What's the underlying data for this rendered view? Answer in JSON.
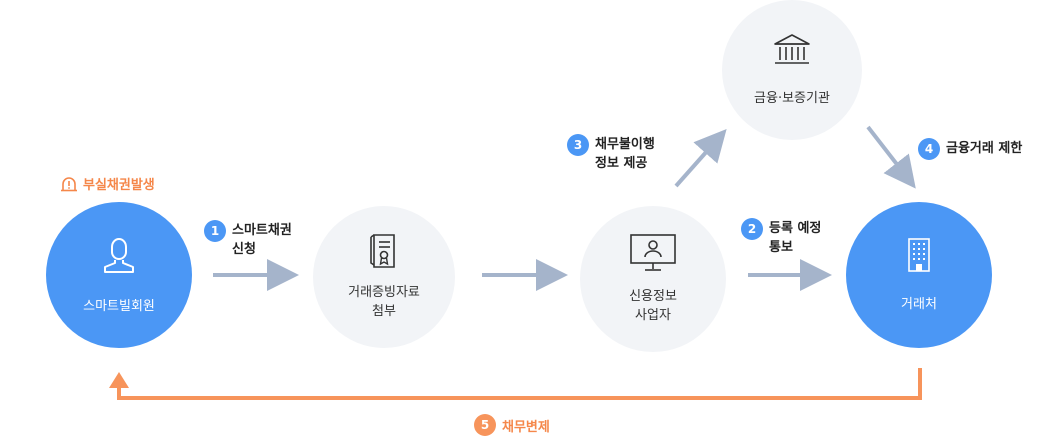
{
  "nodes": {
    "member": "스마트빌회원",
    "evidence": "거래증빙자료\n첨부",
    "credit": "신용정보\n사업자",
    "finance": "금융·보증기관",
    "partner": "거래처"
  },
  "alert": {
    "label": "부실채권발생"
  },
  "steps": {
    "s1": {
      "num": "1",
      "label": "스마트채권\n신청"
    },
    "s2": {
      "num": "2",
      "label": "등록 예정\n통보"
    },
    "s3": {
      "num": "3",
      "label": "채무불이행\n정보 제공"
    },
    "s4": {
      "num": "4",
      "label": "금융거래 제한"
    },
    "s5": {
      "num": "5",
      "label": "채무변제"
    }
  },
  "colors": {
    "blue": "#4b97f5",
    "orange": "#f7945b",
    "arrow": "#a5b4cb",
    "node_gray": "#f2f4f7"
  }
}
